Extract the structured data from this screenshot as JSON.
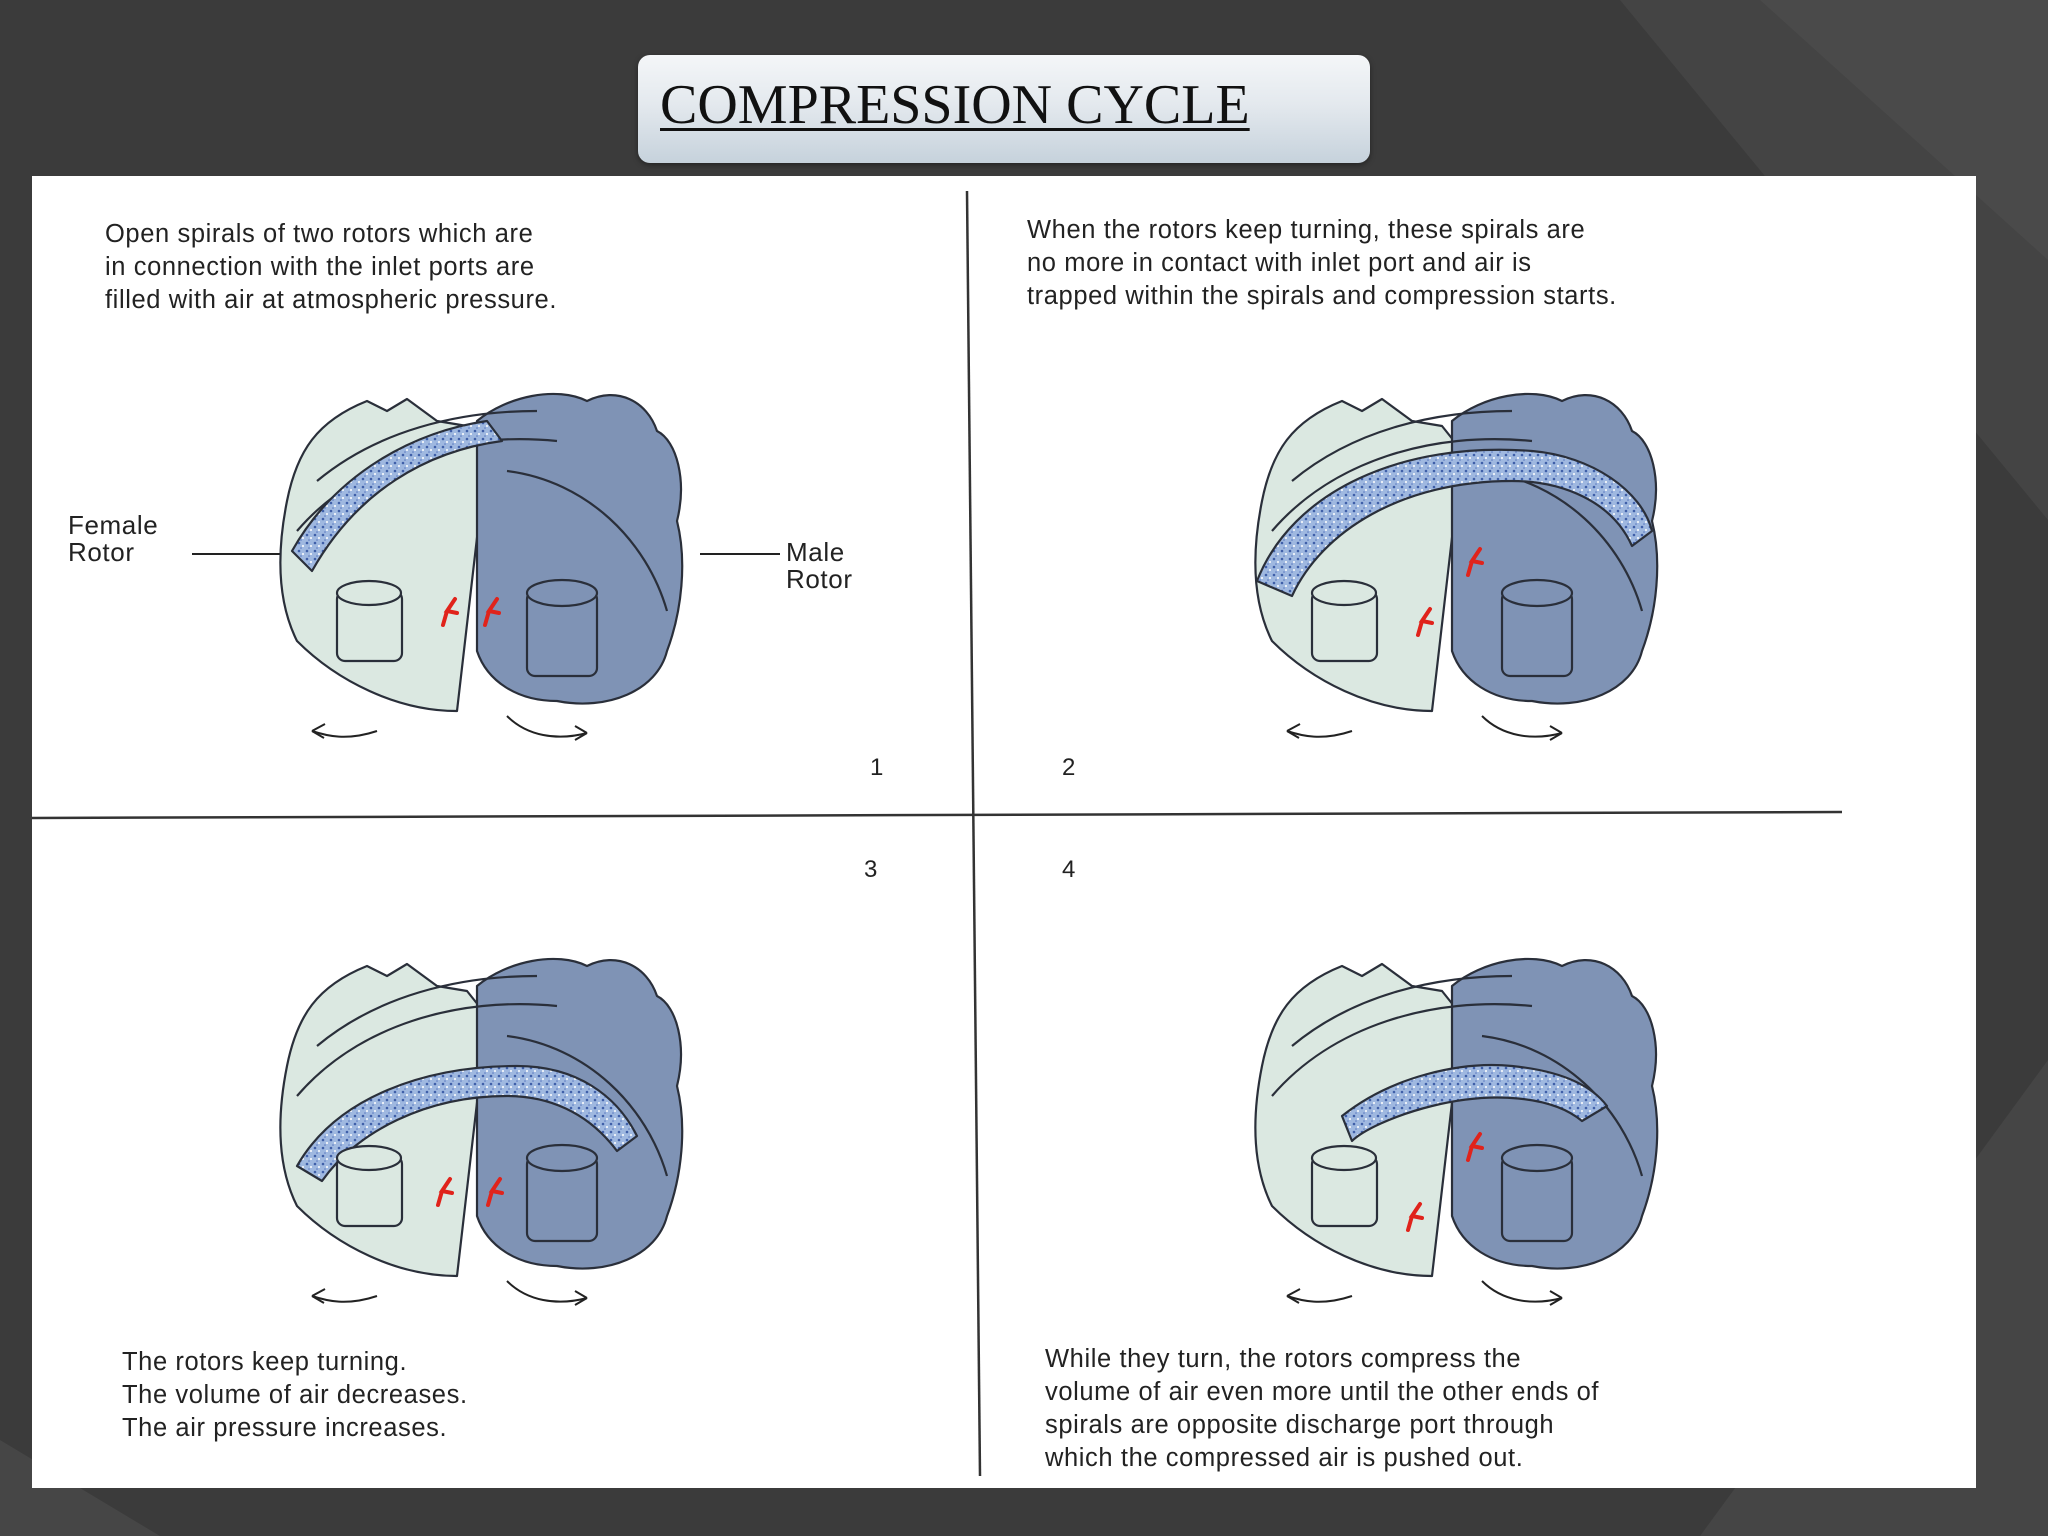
{
  "title": "COMPRESSION CYCLE",
  "panels": [
    {
      "number": "1",
      "caption": [
        "Open spirals of two rotors which are",
        "in connection with the inlet ports are",
        "filled with air at atmospheric pressure."
      ]
    },
    {
      "number": "2",
      "caption": [
        "When the rotors keep turning, these spirals are",
        "no more in contact with inlet port and air is",
        "trapped within the spirals and compression starts."
      ]
    },
    {
      "number": "3",
      "caption": [
        "The rotors keep turning.",
        "The volume of air decreases.",
        "The air pressure increases."
      ]
    },
    {
      "number": "4",
      "caption": [
        "While they turn, the rotors compress the",
        "volume of air even more until the other ends of",
        "spirals are opposite discharge port through",
        "which the compressed air is pushed out."
      ]
    }
  ],
  "labels": {
    "female": [
      "Female",
      "Rotor"
    ],
    "male": [
      "Male",
      "Rotor"
    ]
  },
  "colors": {
    "female_rotor": "#dbe8e1",
    "male_rotor": "#7f93b5",
    "air": "#9fb8e0",
    "arrow": "#e0231b"
  }
}
